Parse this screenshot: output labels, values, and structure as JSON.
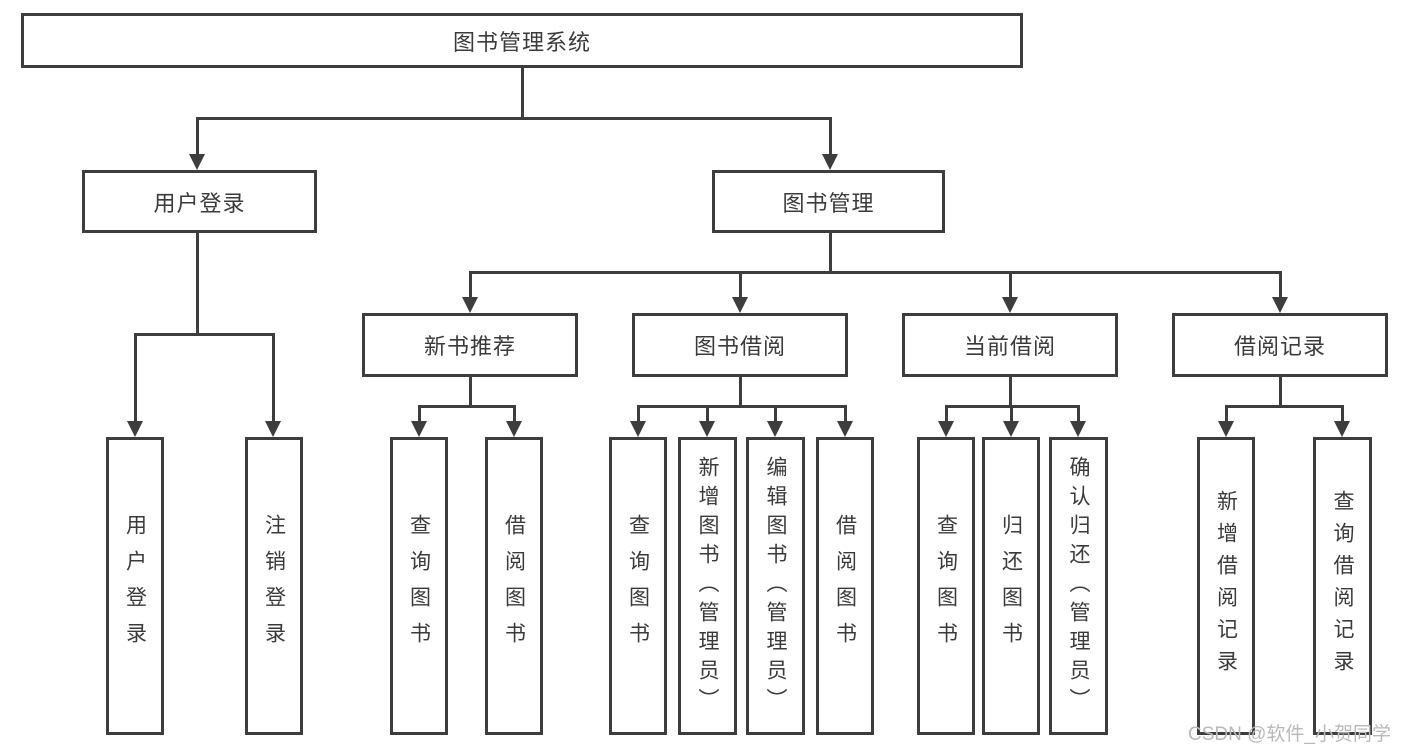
{
  "diagram": {
    "root": {
      "label": "图书管理系统"
    },
    "level2": [
      {
        "id": "user-login",
        "label": "用户登录"
      },
      {
        "id": "book-management",
        "label": "图书管理"
      }
    ],
    "level3": [
      {
        "id": "new-book-recommend",
        "label": "新书推荐"
      },
      {
        "id": "book-borrow",
        "label": "图书借阅"
      },
      {
        "id": "current-borrow",
        "label": "当前借阅"
      },
      {
        "id": "borrow-records",
        "label": "借阅记录"
      }
    ],
    "leaves": {
      "user_login": [
        "用户登录",
        "注销登录"
      ],
      "new_book_recommend": [
        "查询图书",
        "借阅图书"
      ],
      "book_borrow": [
        "查询图书",
        "新增图书（管理员）",
        "编辑图书（管理员）",
        "借阅图书"
      ],
      "current_borrow": [
        "查询图书",
        "归还图书",
        "确认归还（管理员）"
      ],
      "borrow_records": [
        "新增借阅记录",
        "查询借阅记录"
      ]
    }
  },
  "watermark": {
    "text": "CSDN @软件_小贺同学"
  },
  "colors": {
    "line": "#3d3d3d",
    "text": "#3a3a3a",
    "watermark": "#b9b9b9",
    "background": "#ffffff"
  }
}
